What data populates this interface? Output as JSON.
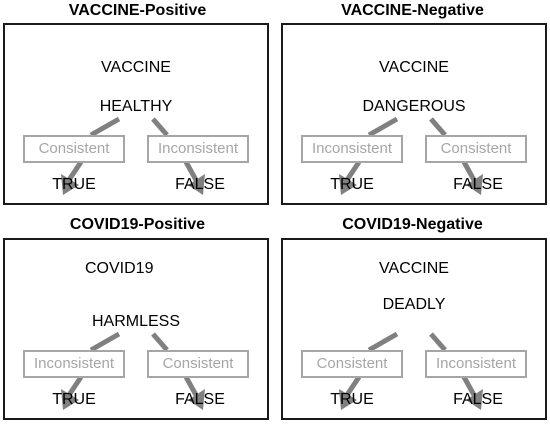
{
  "panels": [
    {
      "title": "VACCINE-Positive",
      "prime": "VACCINE",
      "target": "HEALTHY",
      "left_condition": "Consistent",
      "right_condition": "Inconsistent",
      "left_response": "TRUE",
      "right_response": "FALSE"
    },
    {
      "title": "VACCINE-Negative",
      "prime": "VACCINE",
      "target": "DANGEROUS",
      "left_condition": "Inconsistent",
      "right_condition": "Consistent",
      "left_response": "TRUE",
      "right_response": "FALSE"
    },
    {
      "title": "COVID19-Positive",
      "prime": "COVID19",
      "target": "HARMLESS",
      "left_condition": "Inconsistent",
      "right_condition": "Consistent",
      "left_response": "TRUE",
      "right_response": "FALSE"
    },
    {
      "title": "COVID19-Negative",
      "prime": "VACCINE",
      "target": "DEADLY",
      "left_condition": "Consistent",
      "right_condition": "Inconsistent",
      "left_response": "TRUE",
      "right_response": "FALSE"
    }
  ],
  "colors": {
    "border": "#1a1a1a",
    "arrow": "#808080",
    "condition": "#a6a6a6"
  }
}
